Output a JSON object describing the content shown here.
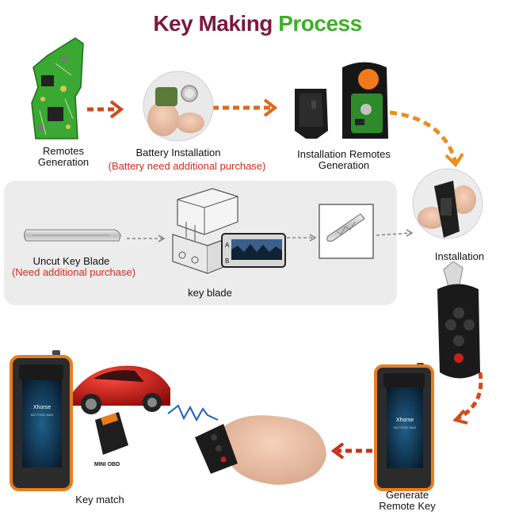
{
  "title": {
    "part1": "Key Making",
    "part2": "Process"
  },
  "steps": {
    "remotes_generation": "Remotes\nGeneration",
    "battery_installation": "Battery Installation",
    "battery_note": "(Battery need additional purchase)",
    "installation_remotes_generation": "Installation Remotes\nGeneration",
    "installation": "Installation",
    "uncut_key_blade": "Uncut Key  Blade",
    "uncut_note": "(Need additional purchase)",
    "key_blade": "key blade",
    "generate_remote_key": "Generate\nRemote Key",
    "key_match": "Key match"
  },
  "device": {
    "brand": "Xhorse",
    "model": "KEYTOOL MAX",
    "obd_label": "MINI OBD"
  },
  "colors": {
    "title_dark": "#7a1a3c",
    "title_green": "#3fae2a",
    "note_red": "#d42a1f",
    "arrow_orange": "#e8891f",
    "arrow_red": "#d24a1c",
    "panel_gray": "#ececec"
  }
}
